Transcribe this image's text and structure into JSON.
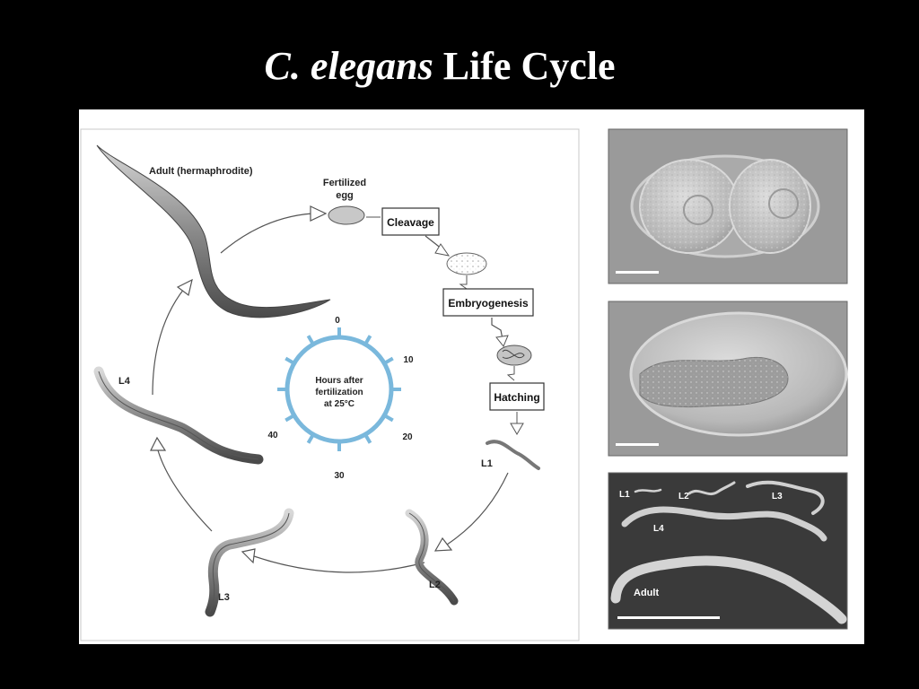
{
  "title": {
    "species": "C. elegans",
    "rest": "Life Cycle"
  },
  "diagram": {
    "adult_label": "Adult (hermaphrodite)",
    "egg_label_line1": "Fertilized",
    "egg_label_line2": "egg",
    "steps": [
      "Cleavage",
      "Embryogenesis",
      "Hatching"
    ],
    "stages": [
      "L1",
      "L2",
      "L3",
      "L4"
    ],
    "clock": {
      "line1": "Hours after",
      "line2": "fertilization",
      "line3": "at 25°C",
      "ticks": [
        "0",
        "10",
        "20",
        "30",
        "40"
      ],
      "color": "#7ab8dc"
    }
  },
  "photos": {
    "stage_labels": [
      "L1",
      "L2",
      "L3",
      "L4",
      "Adult"
    ]
  }
}
